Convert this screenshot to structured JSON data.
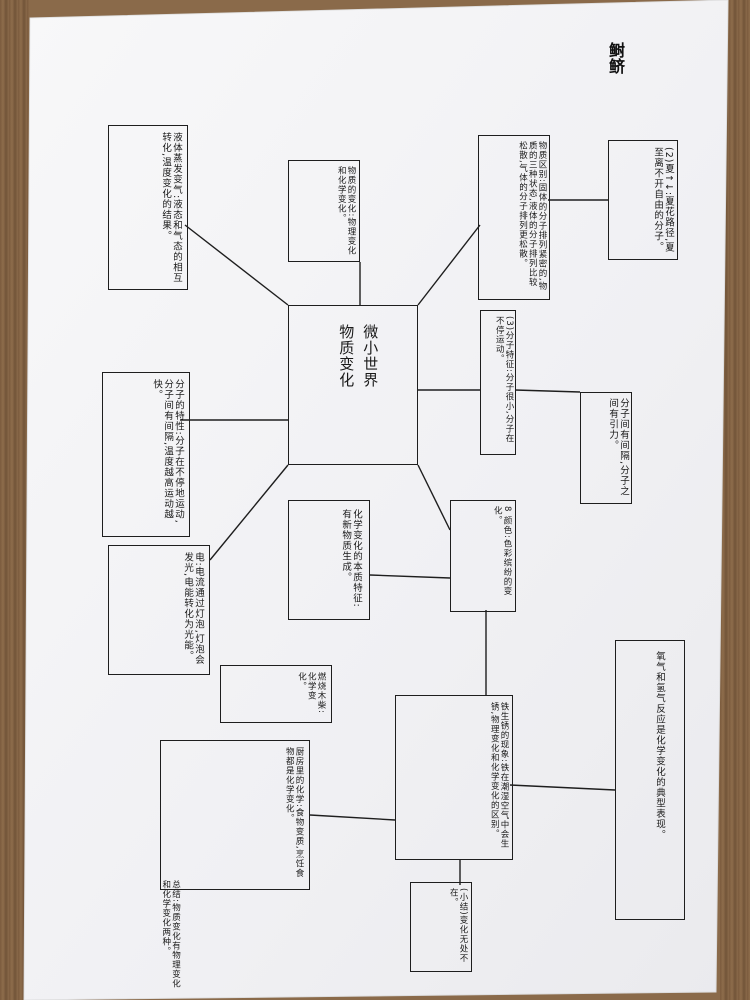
{
  "title": "鲥鲚",
  "center": {
    "line1": "微小世界",
    "line2": "物质变化"
  },
  "nodes": {
    "top_right_outer": "(2)夏↑↓:夏花路径,夏至离不开自由的分子。",
    "top_right_inner": "物质区别:固体的分子排列紧密的,物质的三种状态,液体的分子排列比较松散,气体的分子排列更松散。",
    "top_middle": "物质的变化:物理变化和化学变化。",
    "top_left": "液体蒸发变气:液态和气态的相互转化,温度变化的结果。",
    "mid_right_inner": "(3)分子特征:分子很小,分子在不停运动。",
    "mid_right_outer": "分子间有间隔,分子之间有引力。",
    "left_upper": "分子的特性:分子在不停地运动,分子间有间隔,温度越高运动越快。",
    "right_lower_small": "8 颜色:色彩缤纷的变化。",
    "center_lower": "化学变化的本质特征:有新物质生成。",
    "left_lower": "电:电流通过灯泡,灯泡会发光,电能转化为光能。",
    "bottom_small": "燃烧木柴:化学变化。",
    "far_right": "氧气和氢气反应是化学变化的典型表现。",
    "bottom_center": "铁生锈的现象:铁在潮湿空气中会生锈,物理变化和化学变化的区别。",
    "bottom_left": "厨房里的化学:食物变质,烹饪食物都是化学变化。",
    "bottom_right_small": "(小结)变化无处不在。",
    "bottom_tail": "总结:物质变化有物理变化和化学变化两种。"
  }
}
